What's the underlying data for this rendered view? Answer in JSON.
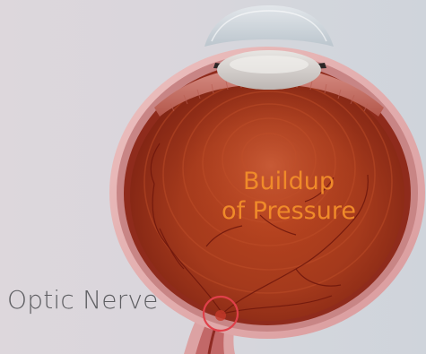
{
  "labels": {
    "optic_nerve": "Optic Nerve",
    "pressure_line1": "Buildup",
    "pressure_line2": "of Pressure"
  },
  "colors": {
    "pressure_text": "#ef8a2a",
    "optic_text": "#5e5e62",
    "highlight_circle": "#e0404a"
  }
}
